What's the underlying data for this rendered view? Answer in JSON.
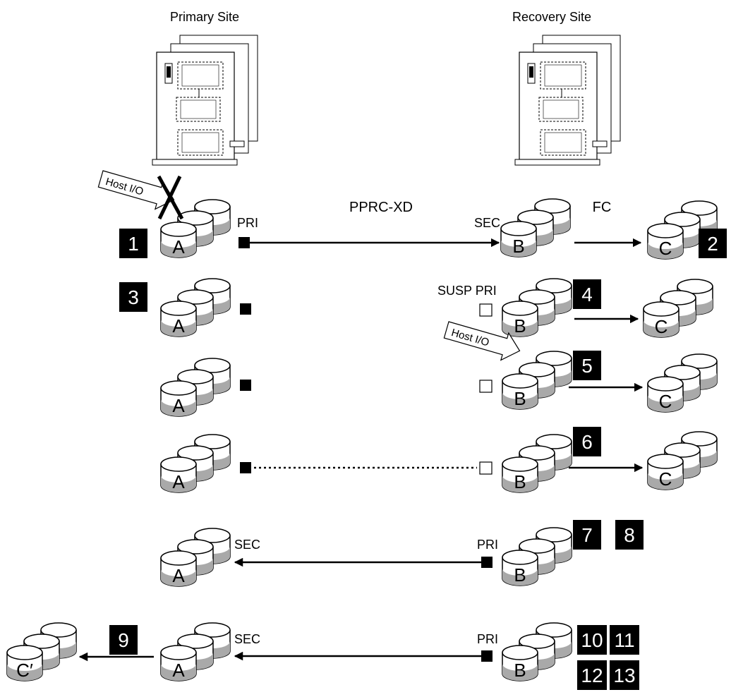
{
  "sites": {
    "primary": "Primary Site",
    "recovery": "Recovery Site"
  },
  "labels": {
    "pprc": "PPRC-XD",
    "fc": "FC",
    "pri": "PRI",
    "sec": "SEC",
    "susp_pri": "SUSP PRI",
    "host_io": "Host I/O"
  },
  "volumes": {
    "a": "A",
    "b": "B",
    "c": "C",
    "c_prime": "C′"
  },
  "steps": [
    "1",
    "2",
    "3",
    "4",
    "5",
    "6",
    "7",
    "8",
    "9",
    "10",
    "11",
    "12",
    "13"
  ],
  "colors": {
    "ink": "#000000",
    "disk_fill": "#a9a9a9",
    "paper": "#ffffff"
  }
}
